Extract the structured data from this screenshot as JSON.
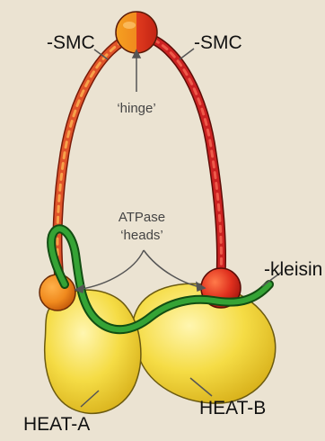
{
  "labels": {
    "smc_left": "-SMC",
    "smc_right": "-SMC",
    "hinge": "‘hinge’",
    "atpase_line1": "ATPase",
    "atpase_line2": "‘heads’",
    "kleisin": "-kleisin",
    "heat_a": "HEAT-A",
    "heat_b": "HEAT-B"
  },
  "colors": {
    "background": "#ebe3d2",
    "smc_orange": "#e0542a",
    "smc_red": "#cc2222",
    "kleisin_green": "#2e8b2e",
    "heat_yellow": "#f2d63c",
    "head_orange": "#f08a1e",
    "text": "#111111"
  }
}
